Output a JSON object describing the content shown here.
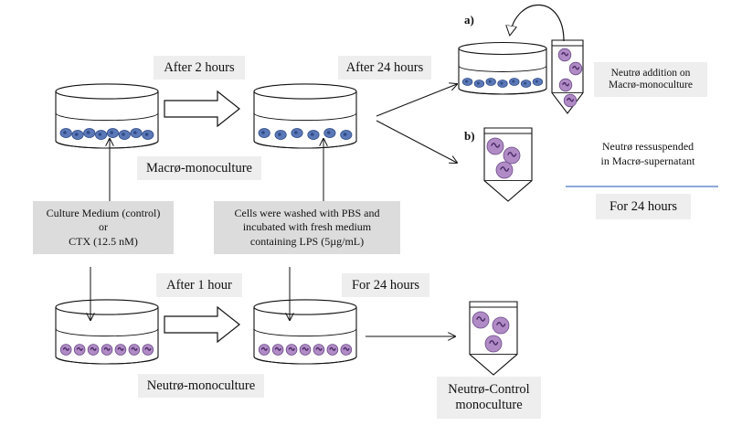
{
  "timing": {
    "after_2_hours": "After 2 hours",
    "after_24_hours": "After 24 hours",
    "after_1_hour": "After 1 hour",
    "for_24_hours_bottom": "For 24 hours",
    "for_24_hours_right": "For 24 hours"
  },
  "cultures": {
    "macro": "Macrø-monoculture",
    "neutro": "Neutrø-monoculture",
    "neutro_control_line1": "Neutrø-Control",
    "neutro_control_line2": "monoculture"
  },
  "options": {
    "a": "a)",
    "b": "b)",
    "a_text_line1": "Neutrø addition on",
    "a_text_line2": "Macrø-monoculture",
    "b_text_line1": "Neutrø ressuspended",
    "b_text_line2": "in Macrø-supernatant"
  },
  "treatment": {
    "line1": "Culture Medium (control)",
    "line2": "or",
    "line3": "CTX (12.5 nM)"
  },
  "wash": {
    "line1": "Cells were washed with PBS and",
    "line2": "incubated with fresh medium",
    "line3": "containing LPS (5µg/mL)"
  },
  "colors": {
    "macrophage": "#5b79b8",
    "neutrophil": "#b08bc6",
    "divider": "#4a74c4",
    "label_bg": "#eeeeee",
    "box_bg": "#dcdcdc"
  }
}
